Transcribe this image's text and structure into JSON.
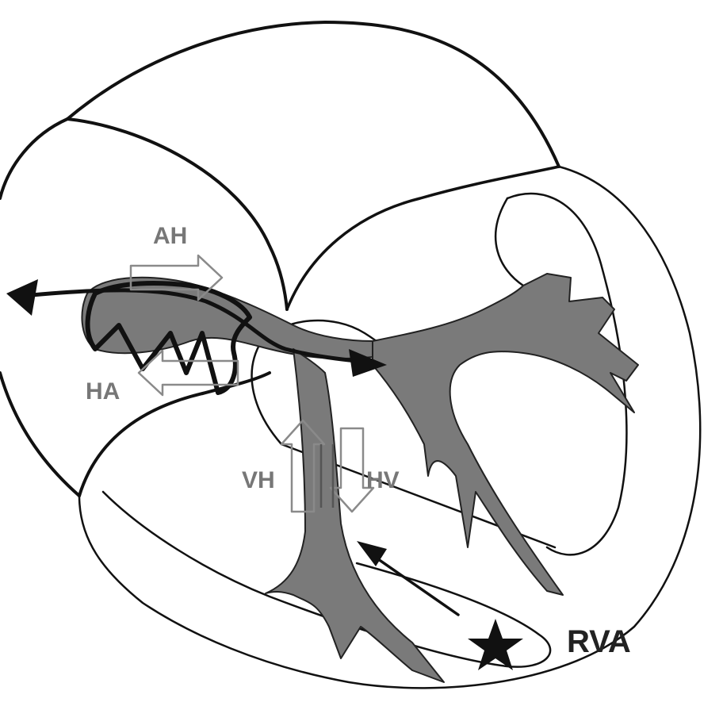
{
  "labels": {
    "ah": "AH",
    "ha": "HA",
    "vh": "VH",
    "hv": "HV",
    "rva": "RVA"
  },
  "colors": {
    "outline": "#111111",
    "conduction": "#7a7a7a",
    "label_gray": "#6e6e6e",
    "background": "#ffffff"
  },
  "icons": {
    "pacing_site": "star-icon"
  }
}
